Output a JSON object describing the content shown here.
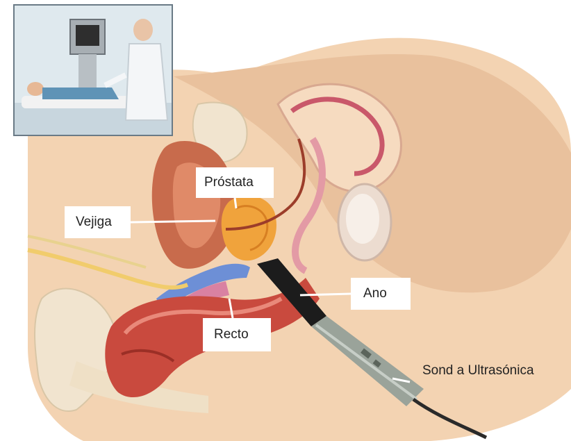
{
  "labels": {
    "prostata": "Próstata",
    "vejiga": "Vejiga",
    "ano": "Ano",
    "recto": "Recto",
    "sonda": "Sond a Ultrasónica"
  },
  "colors": {
    "skin": "#f3d3b2",
    "skin_shadow": "#e3b896",
    "bladder": "#c86b4c",
    "prostate": "#f0a33c",
    "rectum": "#c94a3e",
    "vessels_blue": "#6d8fd6",
    "probe_body": "#9aa39a",
    "probe_tip": "#1c1c1c",
    "bone": "#f1e4cf",
    "leader_line": "#ffffff"
  },
  "icons": [
    "ultrasound-exam-inset",
    "ultrasound-probe-icon"
  ]
}
